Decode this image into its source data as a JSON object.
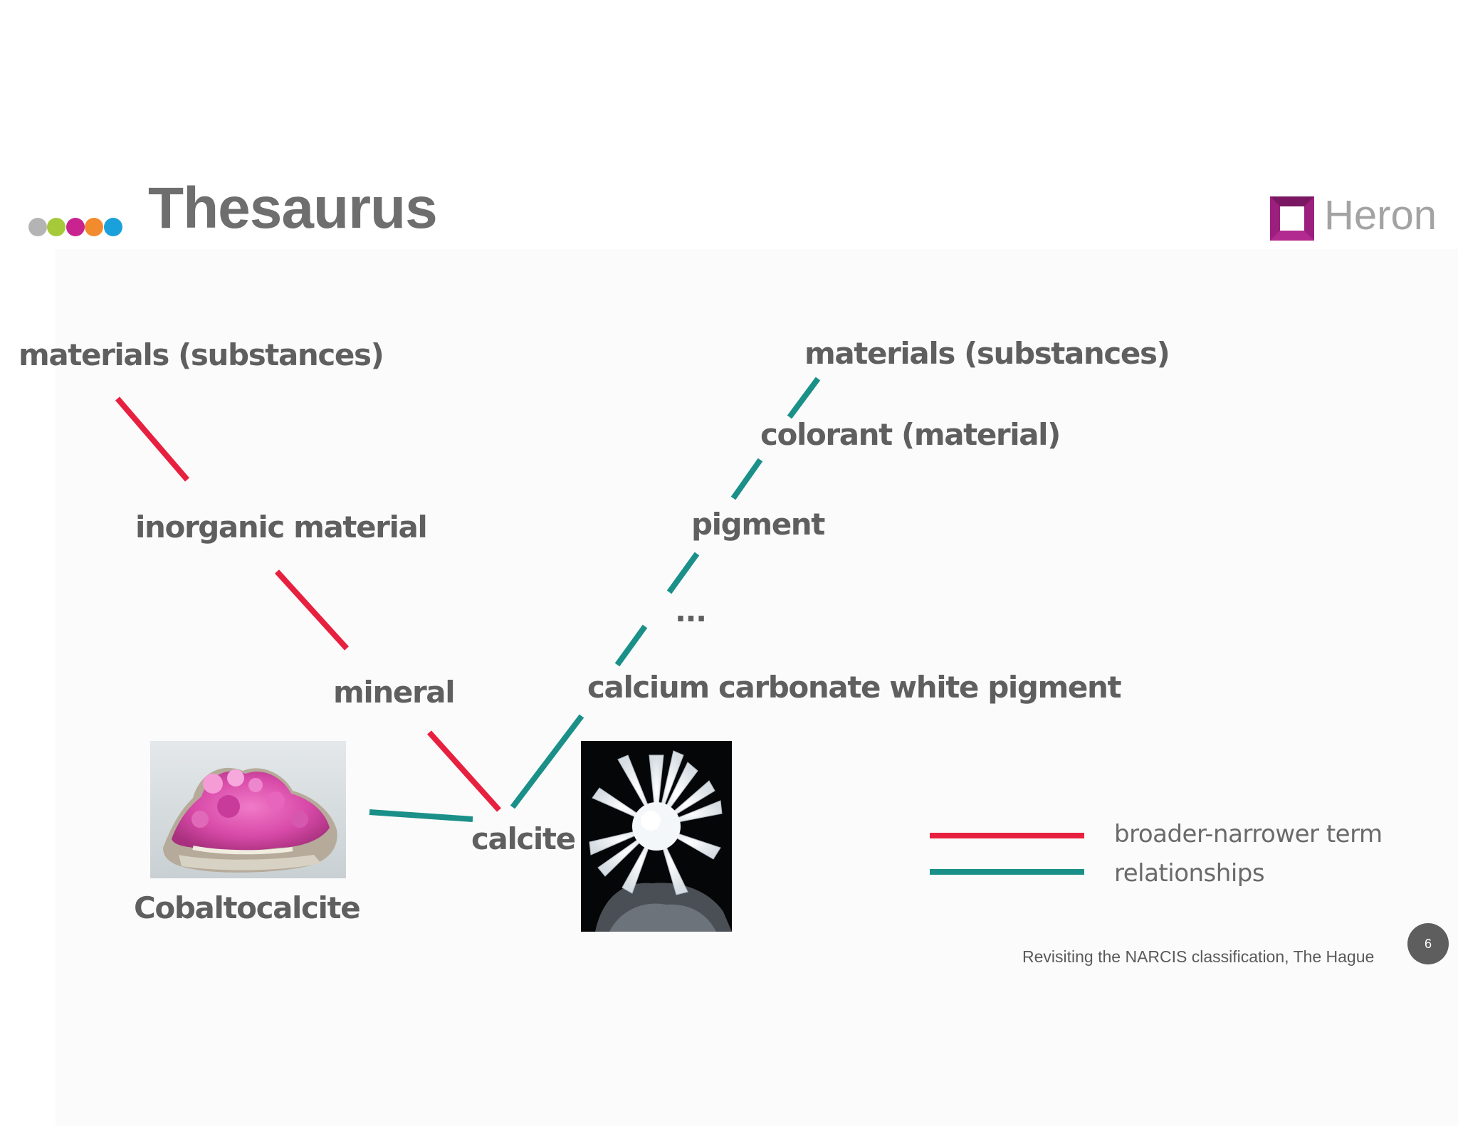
{
  "slide": {
    "title": "Thesaurus",
    "page_number": "6",
    "footer": "Revisiting the NARCIS classification, The Hague"
  },
  "logo": {
    "text": "Heron",
    "mark_color": "#9c1f7e"
  },
  "accent_dots": [
    "#b4b4b4",
    "#a6c93a",
    "#c9238f",
    "#f28b2e",
    "#1aa1dc"
  ],
  "left_chain": {
    "top": "materials (substances)",
    "level2": "inorganic material",
    "level3": "mineral"
  },
  "right_chain": {
    "top": "materials (substances)",
    "level2": "colorant (material)",
    "level3": "pigment",
    "ellipsis": "...",
    "level4": "calcium carbonate white pigment"
  },
  "center_term": "calcite",
  "related_term": "Cobaltocalcite",
  "legend": {
    "broader_narrower": {
      "label": "broader-narrower term",
      "color": "#e8203f"
    },
    "relationships": {
      "label": "relationships",
      "color": "#1a9089"
    }
  },
  "images": {
    "cobaltocalcite": "pink-crystal-cluster",
    "calcite": "white-crystal-flower"
  }
}
